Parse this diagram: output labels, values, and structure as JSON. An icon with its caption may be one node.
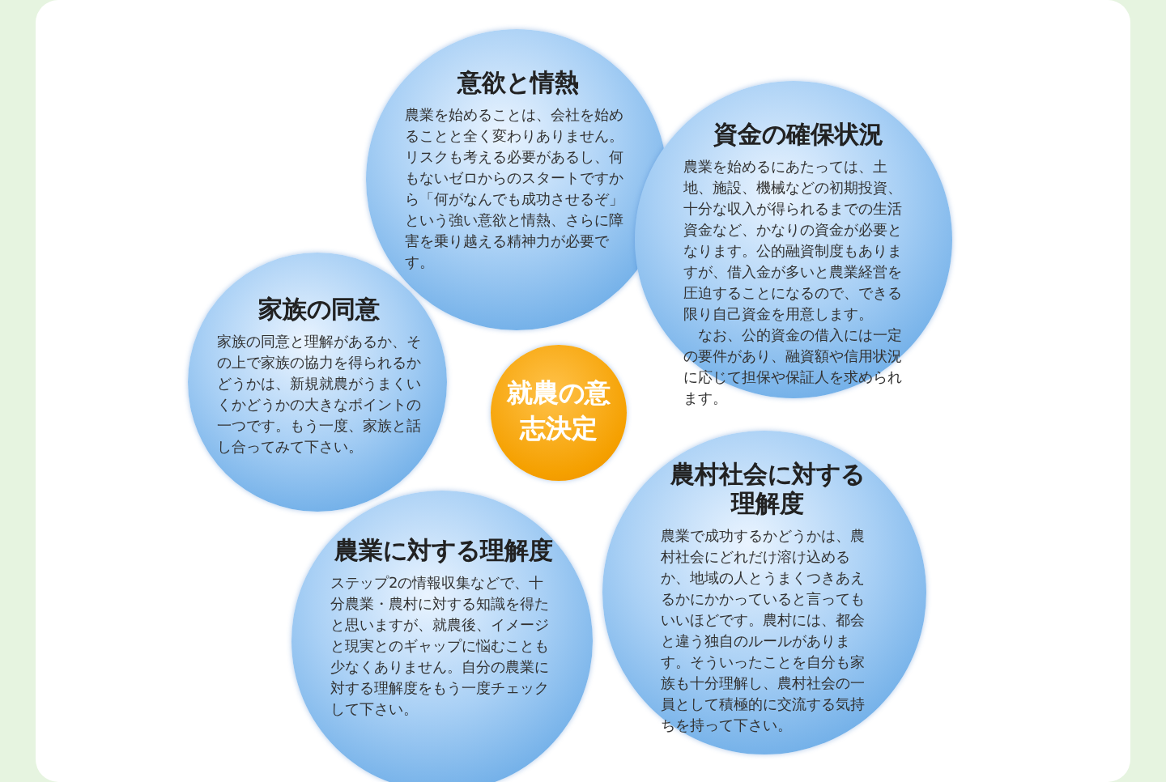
{
  "diagram": {
    "nodes": [
      {
        "text": [
          "意欲と情熱",
          "農業を始めることは、会社を始めることと全く変わりありません。リスクも考える必要があるし、何もないゼロからのスタートですから「何がなんでも成功させるぞ」という強い意欲と情熱、さらに障害を乗り越える精神力が必要です。"
        ]
      },
      {
        "text": [
          "資金の確保状況",
          "農業を始めるにあたっては、土地、施設、機械などの初期投資、十分な収入が得られるまでの生活資金など、かなりの資金が必要となります。公的融資制度もありますが、借入金が多いと農業経営を圧迫することになるので、できる限り自己資金を用意します。",
          "なお、公的資金の借入には一定の要件があり、融資額や信用状況に応じて担保や保証人を求められます。"
        ]
      },
      {
        "text": [
          "家族の同意",
          "家族の同意と理解があるか、その上で家族の協力を得られるかどうかは、新規就農がうまくいくかどうかの大きなポイントの一つです。もう一度、家族と話し合ってみて下さい。"
        ]
      },
      {
        "text": [
          "就農の意志決定"
        ]
      },
      {
        "text": [
          "農村社会に対する理解度",
          "農業で成功するかどうかは、農村社会にどれだけ溶け込めるか、地域の人とうまくつきあえるかにかかっていると言ってもいいほどです。農村には、都会と違う独自のルールがあります。そういったことを自分も家族も十分理解し、農村社会の一員として積極的に交流する気持ちを持って下さい。"
        ]
      },
      {
        "text": [
          "農業に対する理解度",
          "ステップ2の情報収集などで、十分農業・農村に対する知識を得たと思いますが、就農後、イメージと現実とのギャップに悩むことも少なくありません。自分の農業に対する理解度をもう一度チェックして下さい。"
        ]
      }
    ]
  }
}
